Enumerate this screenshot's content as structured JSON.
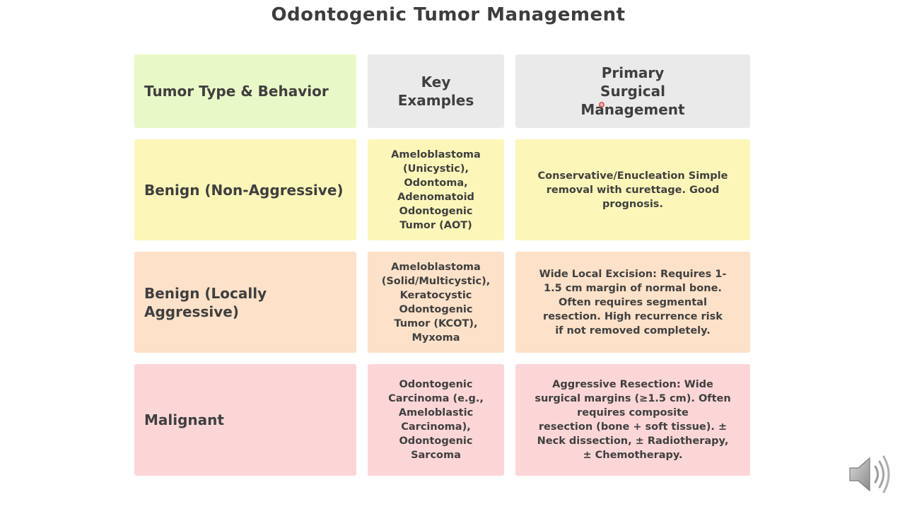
{
  "title": "Odontogenic Tumor Management",
  "table": {
    "headers": {
      "type": "Tumor Type & Behavior",
      "examples_lines": [
        "Key",
        "Examples"
      ],
      "management_lines": [
        "Primary",
        "Surgical",
        "Management"
      ]
    },
    "rows": [
      {
        "label_lines": [
          "Benign (Non-Aggressive)"
        ],
        "examples_lines": [
          "Ameloblastoma",
          "(Unicystic),",
          "Odontoma,",
          "Adenomatoid",
          "Odontogenic",
          "Tumor (AOT)"
        ],
        "management_lines": [
          "Conservative/Enucleation Simple",
          "removal with curettage. Good",
          "prognosis."
        ],
        "color": "#fcf7b9"
      },
      {
        "label_lines": [
          "Benign (Locally",
          "Aggressive)"
        ],
        "examples_lines": [
          "Ameloblastoma",
          "(Solid/Multicystic),",
          "Keratocystic",
          "Odontogenic",
          "Tumor (KCOT),",
          "Myxoma"
        ],
        "management_lines": [
          "Wide Local Excision: Requires 1-",
          "1.5 cm margin of normal bone.",
          "Often requires segmental",
          "resection. High recurrence risk",
          "if not removed completely."
        ],
        "color": "#fde1c8"
      },
      {
        "label_lines": [
          "Malignant"
        ],
        "examples_lines": [
          "Odontogenic",
          "Carcinoma (e.g.,",
          "Ameloblastic",
          "Carcinoma),",
          "Odontogenic",
          "Sarcoma"
        ],
        "management_lines": [
          "Aggressive Resection: Wide",
          "surgical margins (≥1.5 cm). Often",
          "requires composite",
          "resection (bone + soft tissue). ±",
          "Neck dissection, ± Radiotherapy,",
          "± Chemotherapy."
        ],
        "color": "#fcd6d7"
      }
    ]
  },
  "colors": {
    "header_type": "#e9f8c7",
    "header_other": "#eaeaea",
    "text": "#3f3f3f"
  },
  "icons": {
    "audio": "speaker-volume-icon",
    "cursor": "pointer-dot-icon"
  }
}
